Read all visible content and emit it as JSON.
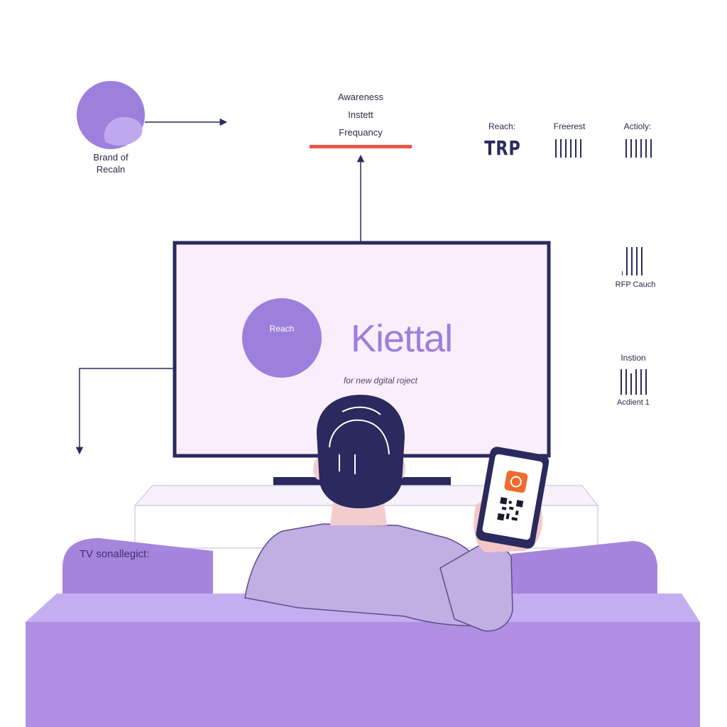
{
  "brand_node": {
    "label_line1": "Brand of",
    "label_line2": "Recaln"
  },
  "funnel": {
    "line1": "Awareness",
    "line2": "Instett",
    "line3": "Frequancy"
  },
  "metrics": [
    {
      "label": "Reach:",
      "value": "TRP"
    },
    {
      "label": "Freerest",
      "value": ""
    },
    {
      "label": "Actioly:",
      "value": ""
    }
  ],
  "side_metrics": [
    {
      "label": "RFP Cauch",
      "position": "below"
    },
    {
      "label": "Instion",
      "position": "above"
    },
    {
      "label": "Acdient 1",
      "position": "below"
    }
  ],
  "tv_screen": {
    "circle_label": "Reach",
    "brand_name": "Kiettal",
    "tagline": "for new dgital roject"
  },
  "couch_label": "TV sonallegict:",
  "colors": {
    "accent_purple": "#9d7fdc",
    "light_purple": "#c7aef0",
    "navy": "#2a2a5e",
    "screen_pink": "#fbeefc",
    "red_line": "#e8574a",
    "phone_app_orange": "#f06a2e"
  },
  "icons": [
    "brand-circle-icon",
    "qr-code-icon",
    "app-icon"
  ]
}
